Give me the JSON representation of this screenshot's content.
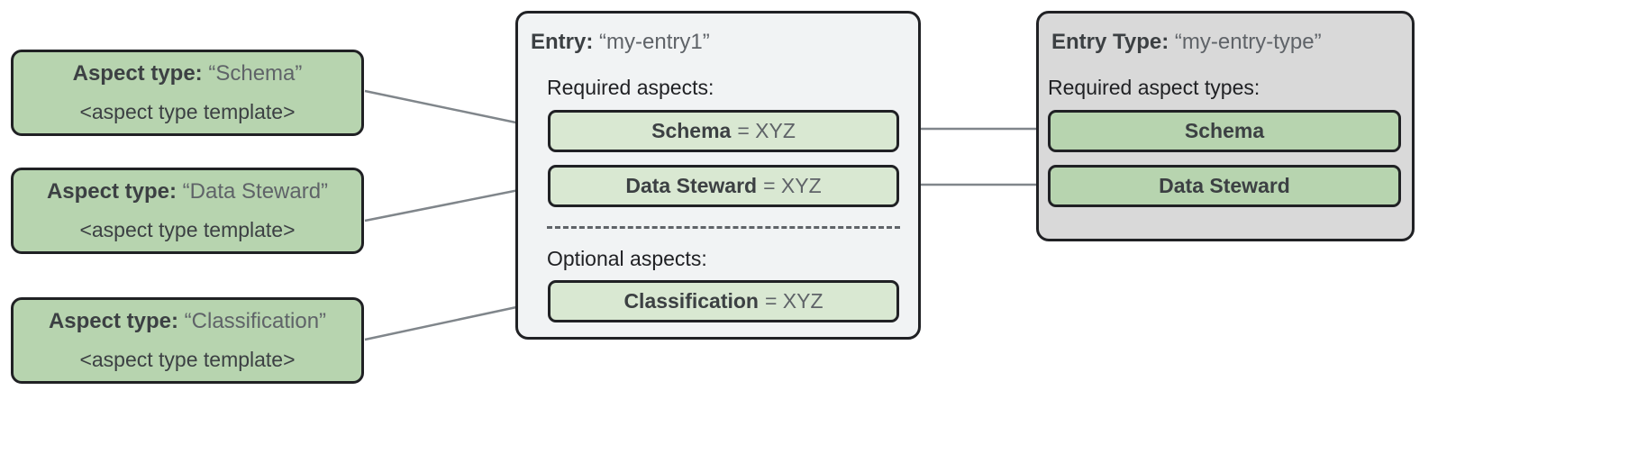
{
  "diagram": {
    "title_text_color": "#3c4043",
    "accent_green_dark": "#b7d4af",
    "accent_green_light": "#d9e8d2",
    "panel_gray_light": "#f1f3f4",
    "panel_gray_dark": "#d9d9d9",
    "stroke_color": "#202124",
    "connector_color": "#80868b"
  },
  "aspect_types": [
    {
      "label": "Aspect type:",
      "value": "“Schema”",
      "template": "<aspect type template>"
    },
    {
      "label": "Aspect type:",
      "value": "“Data Steward”",
      "template": "<aspect type template>"
    },
    {
      "label": "Aspect type:",
      "value": "“Classification”",
      "template": "<aspect type template>"
    }
  ],
  "entry": {
    "label": "Entry:",
    "value": "“my-entry1”",
    "required_label": "Required aspects:",
    "optional_label": "Optional aspects:",
    "required_aspects": [
      {
        "name": "Schema",
        "value": "= XYZ"
      },
      {
        "name": "Data Steward",
        "value": "= XYZ"
      }
    ],
    "optional_aspects": [
      {
        "name": "Classification",
        "value": "= XYZ"
      }
    ]
  },
  "entry_type": {
    "label": "Entry Type:",
    "value": "“my-entry-type”",
    "required_label": "Required aspect types:",
    "required_aspect_types": [
      {
        "name": "Schema"
      },
      {
        "name": "Data Steward"
      }
    ]
  },
  "connectors": [
    {
      "from": "aspect-type-card-0",
      "to": "entry-aspect-0"
    },
    {
      "from": "aspect-type-card-1",
      "to": "entry-aspect-1"
    },
    {
      "from": "aspect-type-card-2",
      "to": "entry-aspect-2"
    },
    {
      "from": "entry-aspect-0",
      "to": "type-chip-0"
    },
    {
      "from": "entry-aspect-1",
      "to": "type-chip-1"
    }
  ]
}
